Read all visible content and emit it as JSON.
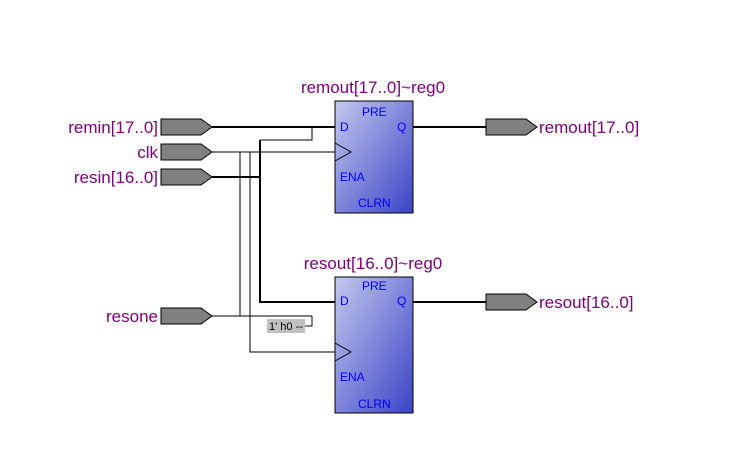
{
  "inputs": {
    "remin": "remin[17..0]",
    "clk": "clk",
    "resin": "resin[16..0]",
    "resone": "resone"
  },
  "outputs": {
    "remout": "remout[17..0]",
    "resout": "resout[16..0]"
  },
  "registers": [
    {
      "title": "remout[17..0]~reg0",
      "pins": {
        "pre": "PRE",
        "d": "D",
        "q": "Q",
        "ena": "ENA",
        "clrn": "CLRN"
      }
    },
    {
      "title": "resout[16..0]~reg0",
      "pins": {
        "pre": "PRE",
        "d": "D",
        "q": "Q",
        "ena": "ENA",
        "clrn": "CLRN"
      }
    }
  ],
  "constant": "1' h0 --",
  "colors": {
    "signal_text": "#800080",
    "pin_text": "#0000ff",
    "register_fill_top": "#c0c4ea",
    "register_fill_bottom": "#3c46c8",
    "port_fill": "#808080",
    "constant_fill": "#c0c0c0"
  }
}
